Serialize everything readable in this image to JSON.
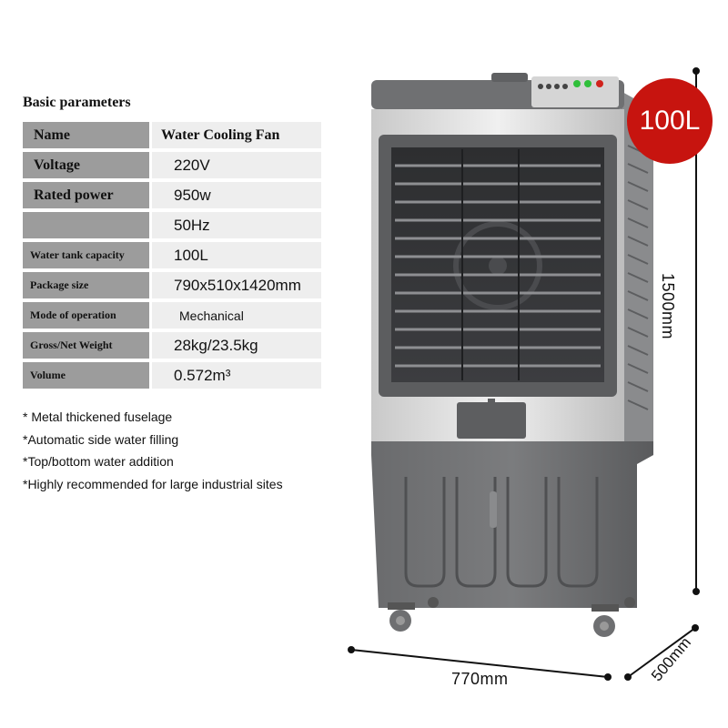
{
  "heading": "Basic parameters",
  "specs": [
    {
      "key": "Name",
      "value": "Water Cooling Fan"
    },
    {
      "key": "Voltage",
      "value": "220V"
    },
    {
      "key": "Rated power",
      "value": "950w"
    },
    {
      "key": "",
      "value": "50Hz"
    },
    {
      "key": "Water tank capacity",
      "value": "100L"
    },
    {
      "key": "Package size",
      "value": "790x510x1420mm"
    },
    {
      "key": "Mode of operation",
      "value": "Mechanical"
    },
    {
      "key": "Gross/Net Weight",
      "value": "28kg/23.5kg"
    },
    {
      "key": "Volume",
      "value": "0.572m³"
    }
  ],
  "features": [
    "* Metal thickened fuselage",
    "*Automatic side water filling",
    "*Top/bottom water addition",
    "*Highly recommended for large industrial sites"
  ],
  "badge": "100L",
  "dimensions": {
    "height": "1500mm",
    "width": "770mm",
    "depth": "500mm"
  },
  "colors": {
    "badge": "#c7140f",
    "body_dark": "#5f6062",
    "body_silver": "#d9d9d9",
    "indicator_green": "#2fbf3a",
    "indicator_red": "#d0221c"
  },
  "icons": [
    "product-image-icon"
  ]
}
